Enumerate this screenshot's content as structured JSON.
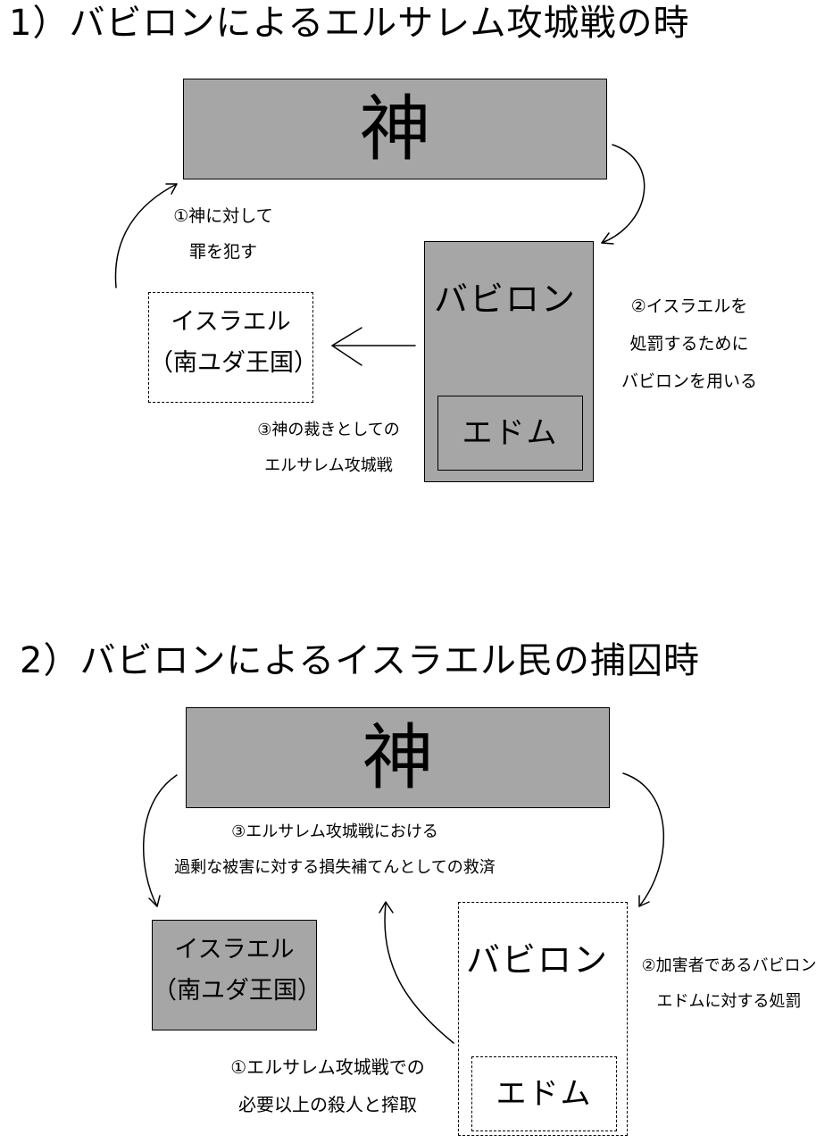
{
  "section1": {
    "heading": "1）バビロンによるエルサレム攻城戦の時",
    "god_label": "神",
    "babylon_label": "バビロン",
    "edom_label": "エドム",
    "israel_line1": "イスラエル",
    "israel_line2": "（南ユダ王国）",
    "note1_line1": "①神に対して",
    "note1_line2": "罪を犯す",
    "note2_line1": "②イスラエルを",
    "note2_line2": "処罰するために",
    "note2_line3": "バビロンを用いる",
    "note3_line1": "③神の裁きとしての",
    "note3_line2": "エルサレム攻城戦"
  },
  "section2": {
    "heading": "2）バビロンによるイスラエル民の捕囚時",
    "god_label": "神",
    "babylon_label": "バビロン",
    "edom_label": "エドム",
    "israel_line1": "イスラエル",
    "israel_line2": "（南ユダ王国）",
    "note1_line1": "①エルサレム攻城戦での",
    "note1_line2": "必要以上の殺人と搾取",
    "note2_line1": "②加害者であるバビロン",
    "note2_line2": "エドムに対する処罰",
    "note3_line1": "③エルサレム攻城戦における",
    "note3_line2": "過剰な被害に対する損失補てんとしての救済"
  },
  "colors": {
    "box_fill": "#a6a6a6",
    "stroke": "#000000"
  }
}
